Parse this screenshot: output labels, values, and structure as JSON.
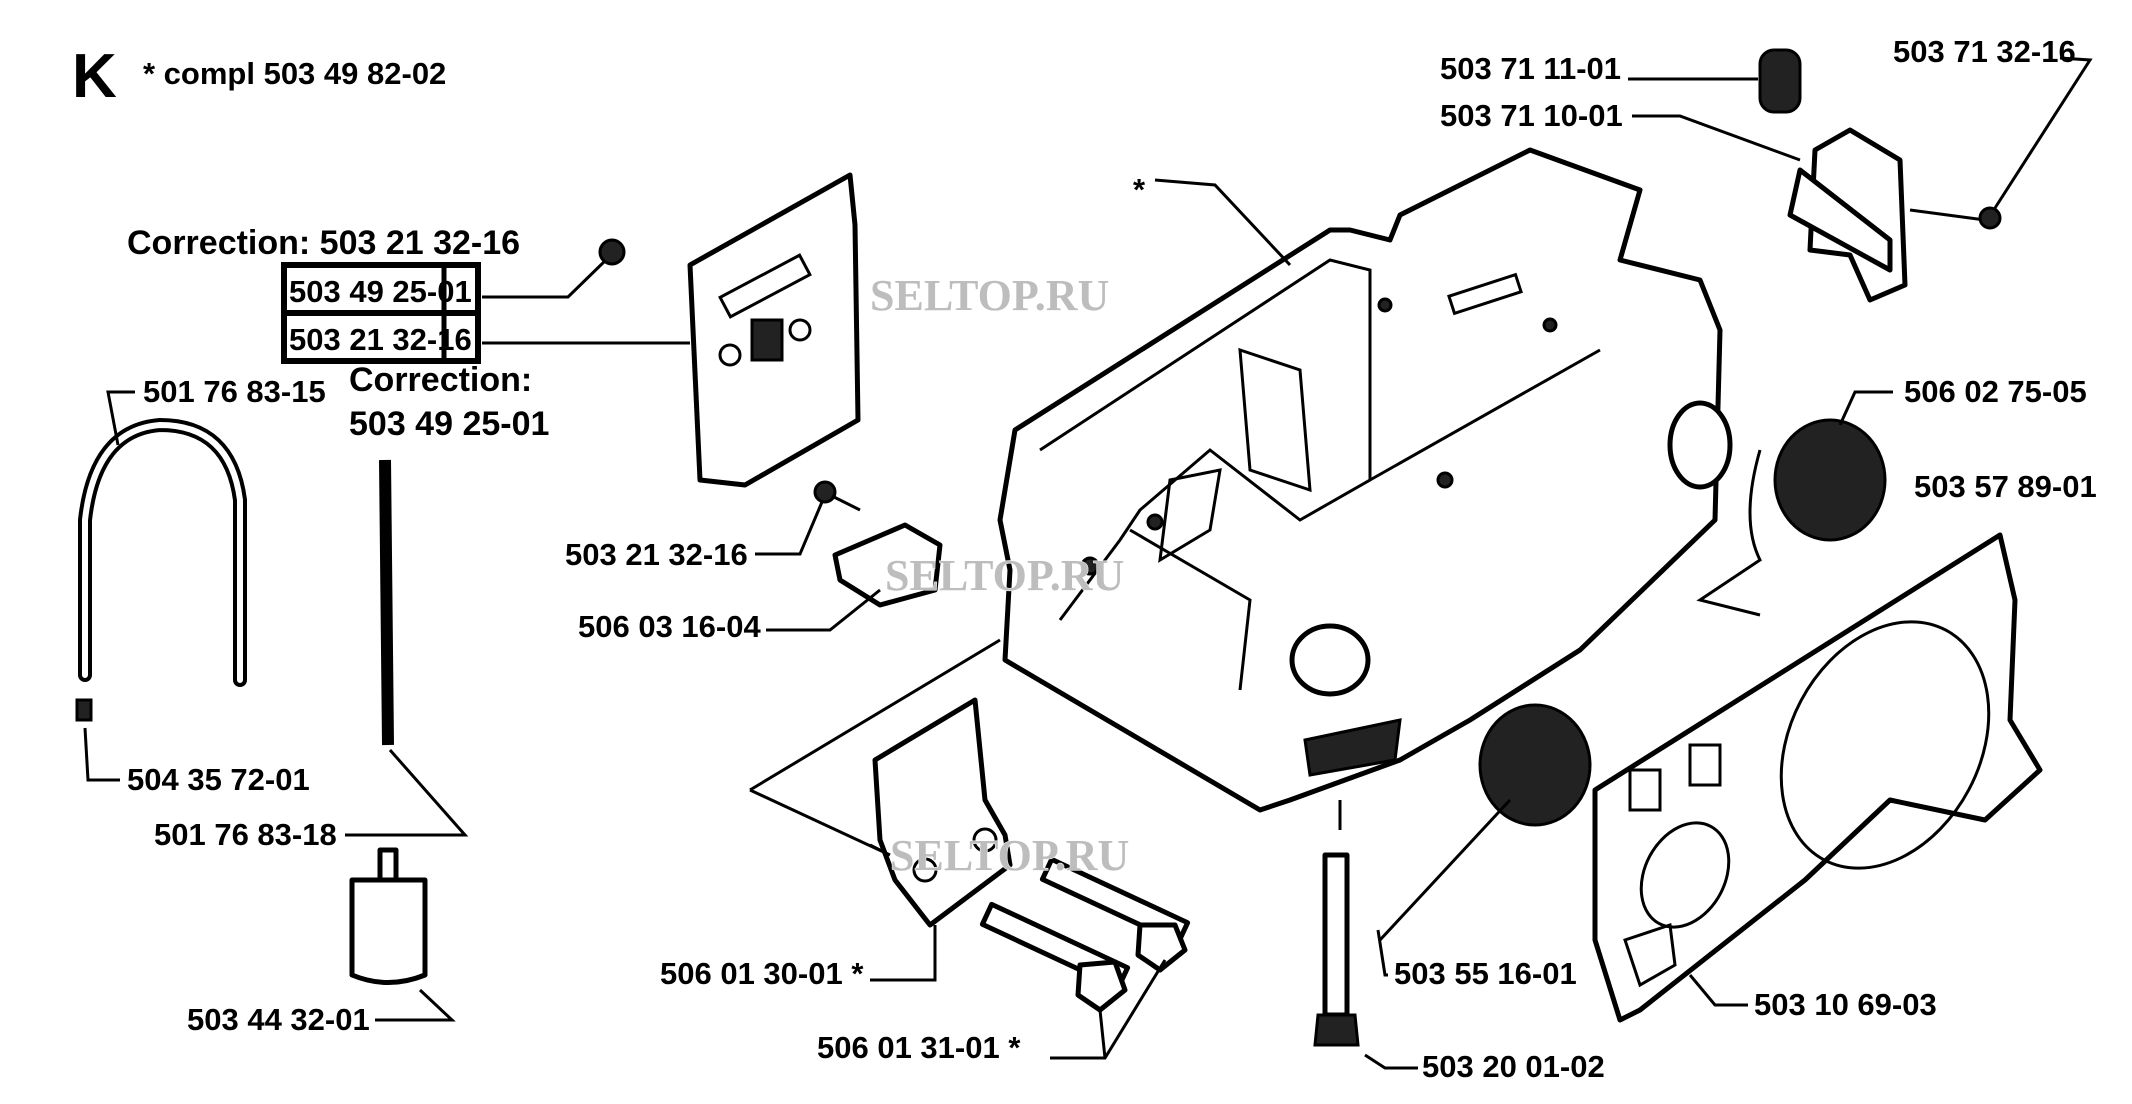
{
  "section_letter": "K",
  "assembly_note": "*  compl 503 49 82-02",
  "corrections": {
    "top": "Correction: 503 21 32-16",
    "boxed_row_1": "503 49 25-01",
    "boxed_row_2": "503 21 32-16",
    "side_title": "Correction:",
    "side_value": "503 49 25-01"
  },
  "housing_marker": "*",
  "part_labels": {
    "p503711101": "503 71 11-01",
    "p503711001": "503 71 10-01",
    "p503713216_top": "503 71 32-16",
    "p501768315": "501 76 83-15",
    "p504357201": "504 35 72-01",
    "p501768318": "501 76 83-18",
    "p503443201": "503 44 32-01",
    "p503213216": "503 21 32-16",
    "p506031604": "506 03 16-04",
    "p506013001": "506 01 30-01  *",
    "p506013101": "506 01 31-01  *",
    "p503551601": "503 55 16-01",
    "p503200102": "503 20 01-02",
    "p503106903": "503 10 69-03",
    "p503578901": "503 57 89-01",
    "p506027505": "506 02 75-05"
  },
  "watermarks": [
    "SELTOP.RU",
    "SELTOP.RU",
    "SELTOP.RU"
  ]
}
